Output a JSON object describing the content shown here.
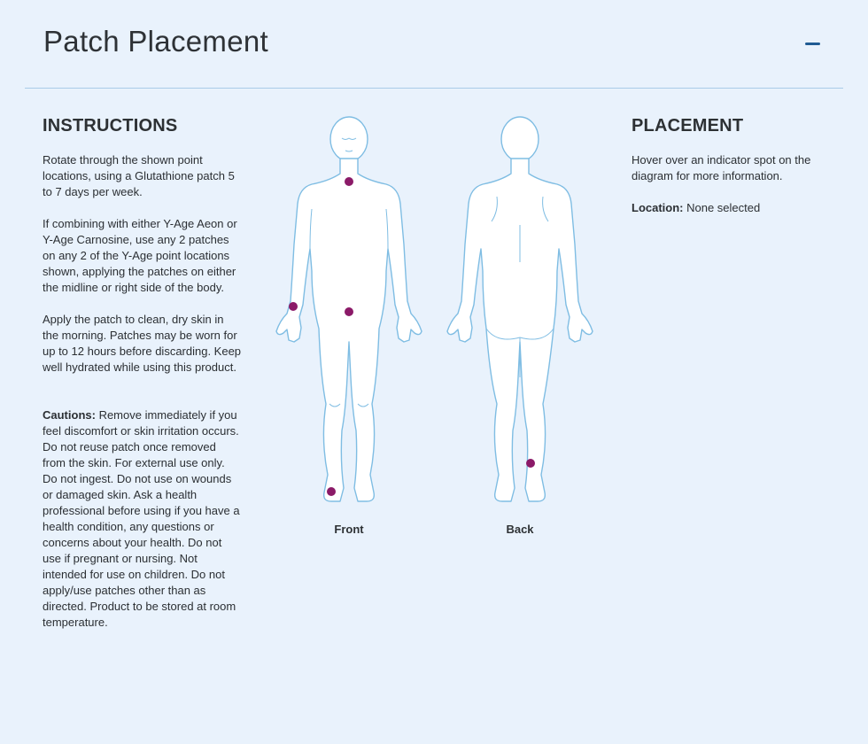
{
  "header": {
    "title": "Patch Placement"
  },
  "instructions": {
    "heading": "INSTRUCTIONS",
    "p1": "Rotate through the shown point locations, using a Glutathione patch 5 to 7 days per week.",
    "p2": "If combining with either Y-Age Aeon or Y-Age Carnosine, use any 2 patches on any 2 of the Y-Age point locations shown, applying the patches on either the midline or right side of the body.",
    "p3": "Apply the patch to clean, dry skin in the morning. Patches may be worn for up to 12 hours before discarding. Keep well hydrated while using this product.",
    "cautions_label": "Cautions:",
    "cautions_text": " Remove immediately if you feel discomfort or skin irritation occurs. Do not reuse patch once removed from the skin. For external use only. Do not ingest. Do not use on wounds or damaged skin. Ask a health professional before using if you have a health condition, any questions or concerns about your health. Do not use if pregnant or nursing. Not intended for use on children. Do not apply/use patches other than as directed. Product to be stored at room temperature."
  },
  "diagram": {
    "front_label": "Front",
    "back_label": "Back",
    "outline_color": "#7fbde3",
    "fill_color": "#ffffff",
    "dot_color": "#8b1a68"
  },
  "placement": {
    "heading": "PLACEMENT",
    "hint": "Hover over an indicator spot on the diagram for more information.",
    "location_label": "Location:",
    "location_value": " None selected"
  }
}
